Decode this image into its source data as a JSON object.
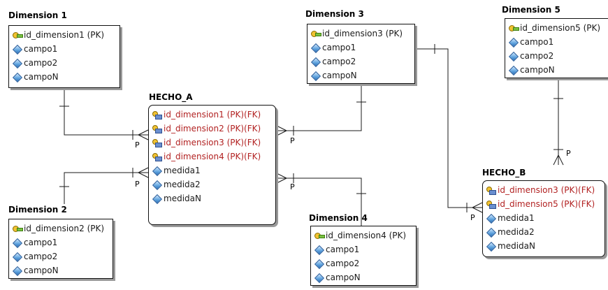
{
  "diagram": {
    "dimension1": {
      "title": "Dimension 1",
      "rows": [
        {
          "label": "id_dimension1 (PK)",
          "icon": "primary-key-icon"
        },
        {
          "label": "campo1",
          "icon": "attribute-diamond-icon"
        },
        {
          "label": "campo2",
          "icon": "attribute-diamond-icon"
        },
        {
          "label": "campoN",
          "icon": "attribute-diamond-icon"
        }
      ]
    },
    "dimension2": {
      "title": "Dimension 2",
      "rows": [
        {
          "label": "id_dimension2 (PK)",
          "icon": "primary-key-icon"
        },
        {
          "label": "campo1",
          "icon": "attribute-diamond-icon"
        },
        {
          "label": "campo2",
          "icon": "attribute-diamond-icon"
        },
        {
          "label": "campoN",
          "icon": "attribute-diamond-icon"
        }
      ]
    },
    "dimension3": {
      "title": "Dimension 3",
      "rows": [
        {
          "label": "id_dimension3 (PK)",
          "icon": "primary-key-icon"
        },
        {
          "label": "campo1",
          "icon": "attribute-diamond-icon"
        },
        {
          "label": "campo2",
          "icon": "attribute-diamond-icon"
        },
        {
          "label": "campoN",
          "icon": "attribute-diamond-icon"
        }
      ]
    },
    "dimension4": {
      "title": "Dimension 4",
      "rows": [
        {
          "label": "id_dimension4 (PK)",
          "icon": "primary-key-icon"
        },
        {
          "label": "campo1",
          "icon": "attribute-diamond-icon"
        },
        {
          "label": "campo2",
          "icon": "attribute-diamond-icon"
        },
        {
          "label": "campoN",
          "icon": "attribute-diamond-icon"
        }
      ]
    },
    "dimension5": {
      "title": "Dimension 5",
      "rows": [
        {
          "label": "id_dimension5 (PK)",
          "icon": "primary-key-icon"
        },
        {
          "label": "campo1",
          "icon": "attribute-diamond-icon"
        },
        {
          "label": "campo2",
          "icon": "attribute-diamond-icon"
        },
        {
          "label": "campoN",
          "icon": "attribute-diamond-icon"
        }
      ]
    },
    "hecho_a": {
      "title": "HECHO_A",
      "rows": [
        {
          "label": "id_dimension1 (PK)(FK)",
          "icon": "primary-foreign-key-icon"
        },
        {
          "label": "id_dimension2 (PK)(FK)",
          "icon": "primary-foreign-key-icon"
        },
        {
          "label": "id_dimension3 (PK)(FK)",
          "icon": "primary-foreign-key-icon"
        },
        {
          "label": "id_dimension4 (PK)(FK)",
          "icon": "primary-foreign-key-icon"
        },
        {
          "label": "medida1",
          "icon": "attribute-diamond-icon"
        },
        {
          "label": "medida2",
          "icon": "attribute-diamond-icon"
        },
        {
          "label": "medidaN",
          "icon": "attribute-diamond-icon"
        }
      ]
    },
    "hecho_b": {
      "title": "HECHO_B",
      "rows": [
        {
          "label": "id_dimension3 (PK)(FK)",
          "icon": "primary-foreign-key-icon"
        },
        {
          "label": "id_dimension5 (PK)(FK)",
          "icon": "primary-foreign-key-icon"
        },
        {
          "label": "medida1",
          "icon": "attribute-diamond-icon"
        },
        {
          "label": "medida2",
          "icon": "attribute-diamond-icon"
        },
        {
          "label": "medidaN",
          "icon": "attribute-diamond-icon"
        }
      ]
    },
    "relationship_label": "P",
    "colors": {
      "fk_text": "#b22222",
      "line": "#1a1a1a",
      "shadow": "#9a9a9a"
    }
  }
}
